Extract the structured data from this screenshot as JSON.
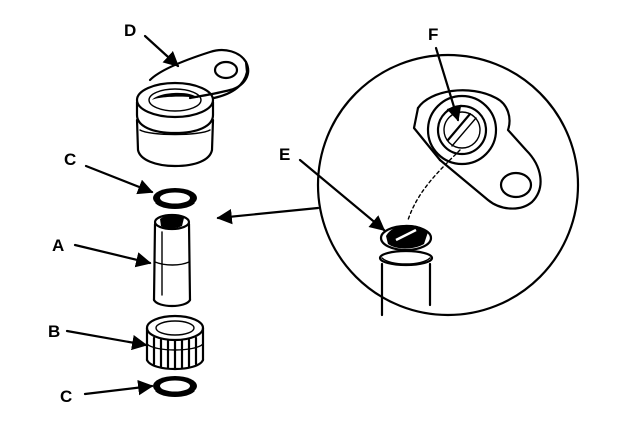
{
  "callouts": {
    "a": "A",
    "b": "B",
    "c_top": "C",
    "c_bottom": "C",
    "d": "D",
    "e": "E",
    "f": "F"
  },
  "colors": {
    "ink": "#000000",
    "paper": "#ffffff"
  }
}
